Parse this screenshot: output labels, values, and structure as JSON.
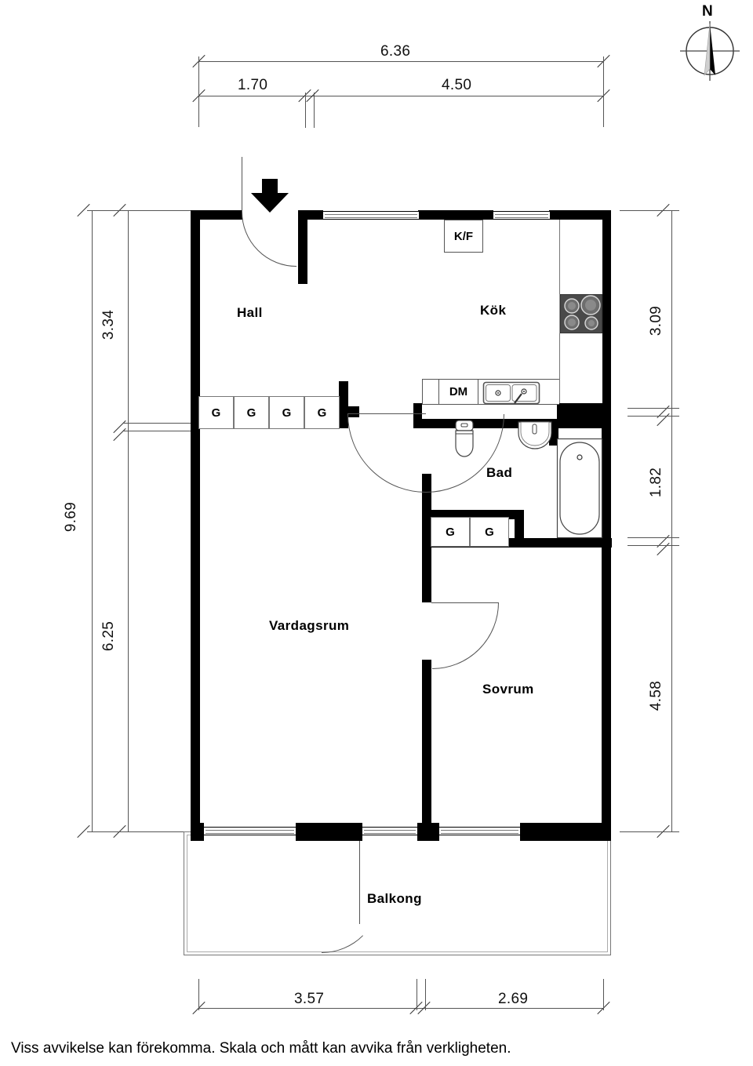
{
  "document": {
    "type": "floor-plan",
    "language": "sv",
    "caption": "Viss avvikelse kan förekomma. Skala och mått kan avvika från verkligheten."
  },
  "compass": {
    "north_label": "N",
    "icon": "compass-rose-icon"
  },
  "rooms": [
    {
      "key": "hall",
      "label": "Hall"
    },
    {
      "key": "kok",
      "label": "Kök"
    },
    {
      "key": "bad",
      "label": "Bad"
    },
    {
      "key": "vardagsrum",
      "label": "Vardagsrum"
    },
    {
      "key": "sovrum",
      "label": "Sovrum"
    },
    {
      "key": "balkong",
      "label": "Balkong"
    }
  ],
  "fixtures": {
    "fridge_freezer": "K/F",
    "dishwasher": "DM",
    "stove": "stove-icon",
    "kitchen_sink": "double-sink-icon",
    "toilet": "toilet-icon",
    "washbasin": "washbasin-icon",
    "bathtub": "bathtub-icon"
  },
  "closets": {
    "hall": [
      "G",
      "G",
      "G",
      "G"
    ],
    "bad": [
      "G",
      "G"
    ]
  },
  "dimensions": {
    "top": {
      "overall": "6.36",
      "segments": [
        "1.70",
        "4.50"
      ]
    },
    "left": {
      "overall": "9.69",
      "segments": [
        "3.34",
        "6.25"
      ]
    },
    "right": {
      "segments": [
        "3.09",
        "1.82",
        "4.58"
      ]
    },
    "bottom": {
      "segments": [
        "3.57",
        "2.69"
      ]
    }
  },
  "colors": {
    "wall": "#000000",
    "line": "#555555",
    "background": "#ffffff",
    "stove": "#4a4a4a"
  }
}
